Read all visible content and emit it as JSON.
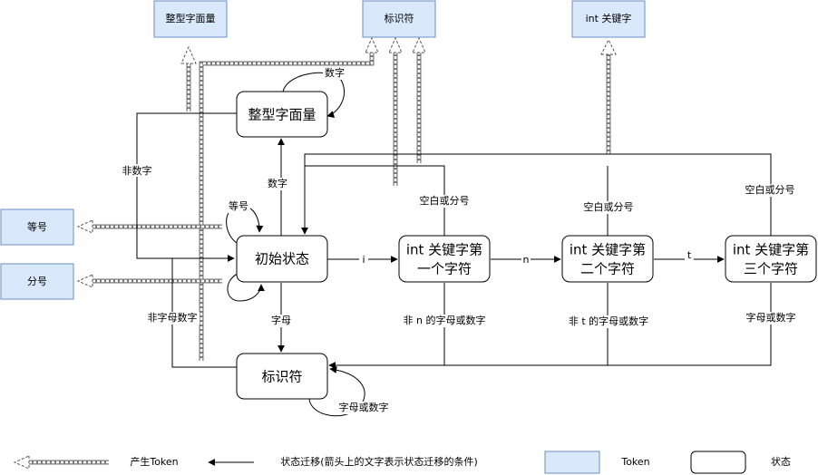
{
  "tokens": {
    "int_literal": "整型字面量",
    "identifier": "标识符",
    "int_keyword": "int 关键字",
    "equals": "等号",
    "semicolon": "分号"
  },
  "states": {
    "int_literal": "整型字面量",
    "initial": "初始状态",
    "identifier": "标识符",
    "kw1_line1": "int 关键字第",
    "kw1_line2": "一个字符",
    "kw2_line1": "int 关键字第",
    "kw2_line2": "二个字符",
    "kw3_line1": "int 关键字第",
    "kw3_line2": "三个字符"
  },
  "edges": {
    "digit_loop": "数字",
    "non_digit": "非数字",
    "digit": "数字",
    "equals_loop": "等号",
    "i": "i",
    "n": "n",
    "t": "t",
    "ws_or_semicolon_1": "空白或分号",
    "ws_or_semicolon_2": "空白或分号",
    "ws_or_semicolon_3": "空白或分号",
    "non_letter_digit": "非字母数字",
    "letter": "字母",
    "not_n": "非 n 的字母或数字",
    "not_t": "非 t 的字母或数字",
    "letter_or_digit": "字母或数字",
    "letter_or_digit_loop": "字母或数字"
  },
  "legend": {
    "produce_token": "产生Token",
    "transition": "状态迁移(箭头上的文字表示状态迁移的条件)",
    "token": "Token",
    "state": "状态"
  },
  "colors": {
    "token_fill": "#dae8fc",
    "token_stroke": "#6c8ebf",
    "state_stroke": "#000000"
  }
}
